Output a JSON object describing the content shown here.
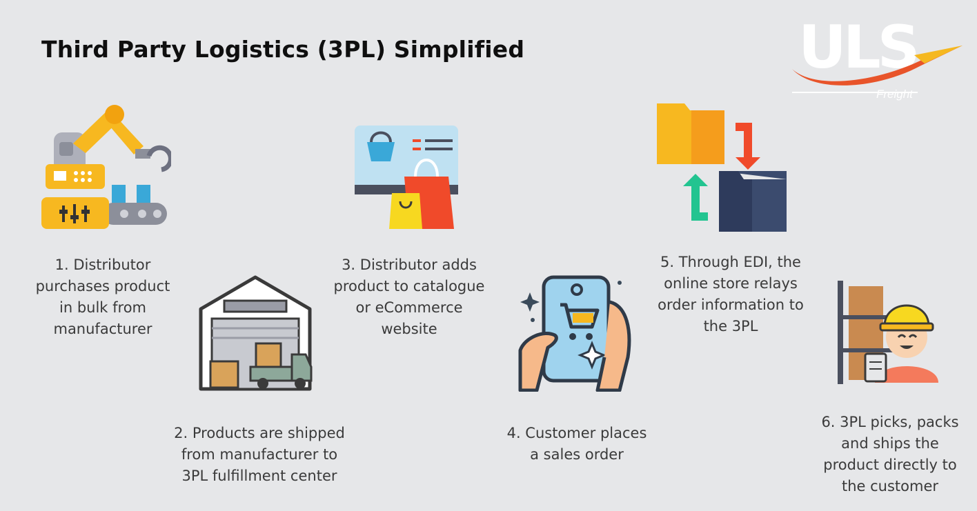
{
  "title": "Third Party Logistics (3PL) Simplified",
  "logo": {
    "word": "ULS",
    "sub": "Freight"
  },
  "steps": [
    {
      "text": "1. Distributor purchases product in bulk from manufacturer",
      "icon": "robotic-arm-icon"
    },
    {
      "text": "2. Products are shipped from manufacturer to 3PL fulfillment center",
      "icon": "warehouse-truck-icon"
    },
    {
      "text": "3. Distributor adds product to catalogue or eCommerce website",
      "icon": "online-shop-icon"
    },
    {
      "text": "4. Customer places a sales order",
      "icon": "phone-cart-icon"
    },
    {
      "text": "5. Through EDI, the online store relays order information to the 3PL",
      "icon": "folder-exchange-icon"
    },
    {
      "text": "6. 3PL picks, packs and ships the product directly to the customer",
      "icon": "warehouse-worker-icon"
    }
  ],
  "colors": {
    "background": "#e6e7e9",
    "title": "#0f0f0f",
    "text": "#3a3a3a",
    "yellow": "#f7b820",
    "red": "#f04a2a",
    "blue": "#3aa8d8"
  }
}
